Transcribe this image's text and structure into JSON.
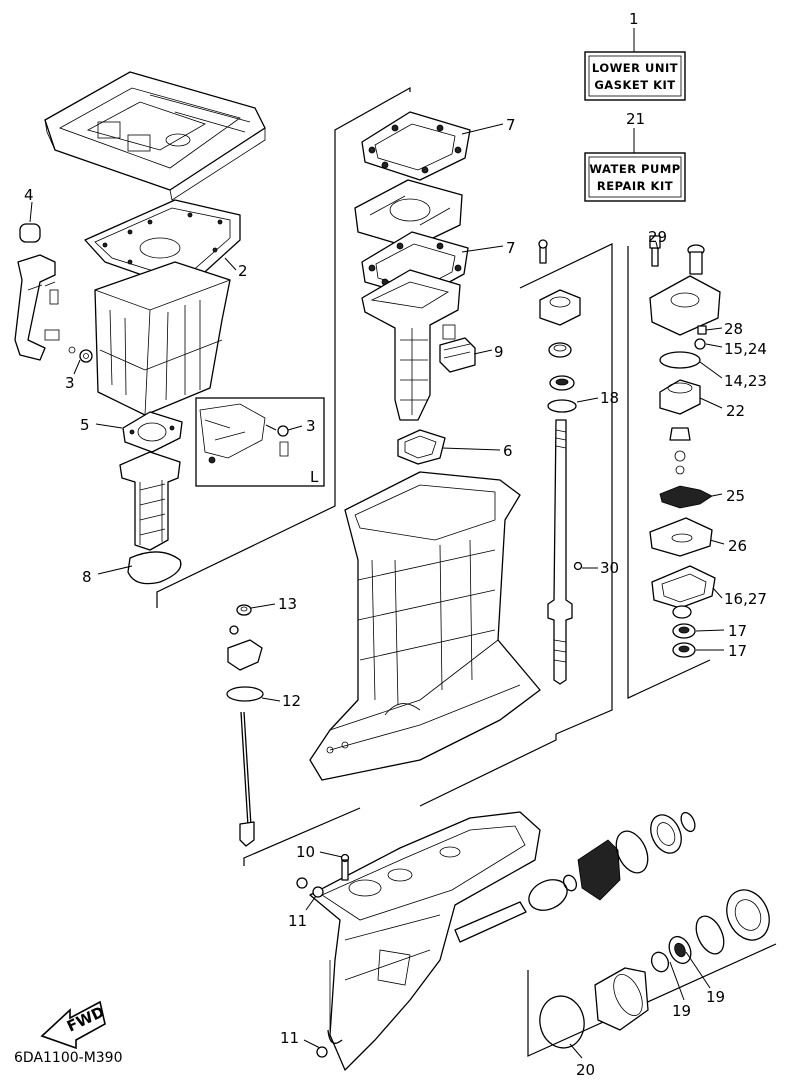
{
  "diagram_code": "6DA1100-M390",
  "direction_badge": "FWD",
  "detail_inset": {
    "tag": "L",
    "part_number": "3"
  },
  "kits": [
    {
      "number": "1",
      "line1": "LOWER UNIT",
      "line2": "GASKET KIT"
    },
    {
      "number": "21",
      "line1": "WATER PUMP",
      "line2": "REPAIR KIT"
    }
  ],
  "part_labels": [
    "2",
    "3",
    "4",
    "5",
    "6",
    "7",
    "7",
    "8",
    "9",
    "10",
    "11",
    "11",
    "12",
    "13",
    "14,23",
    "15,24",
    "16,27",
    "17",
    "17",
    "18",
    "19",
    "19",
    "20",
    "22",
    "25",
    "26",
    "28",
    "29",
    "30"
  ]
}
